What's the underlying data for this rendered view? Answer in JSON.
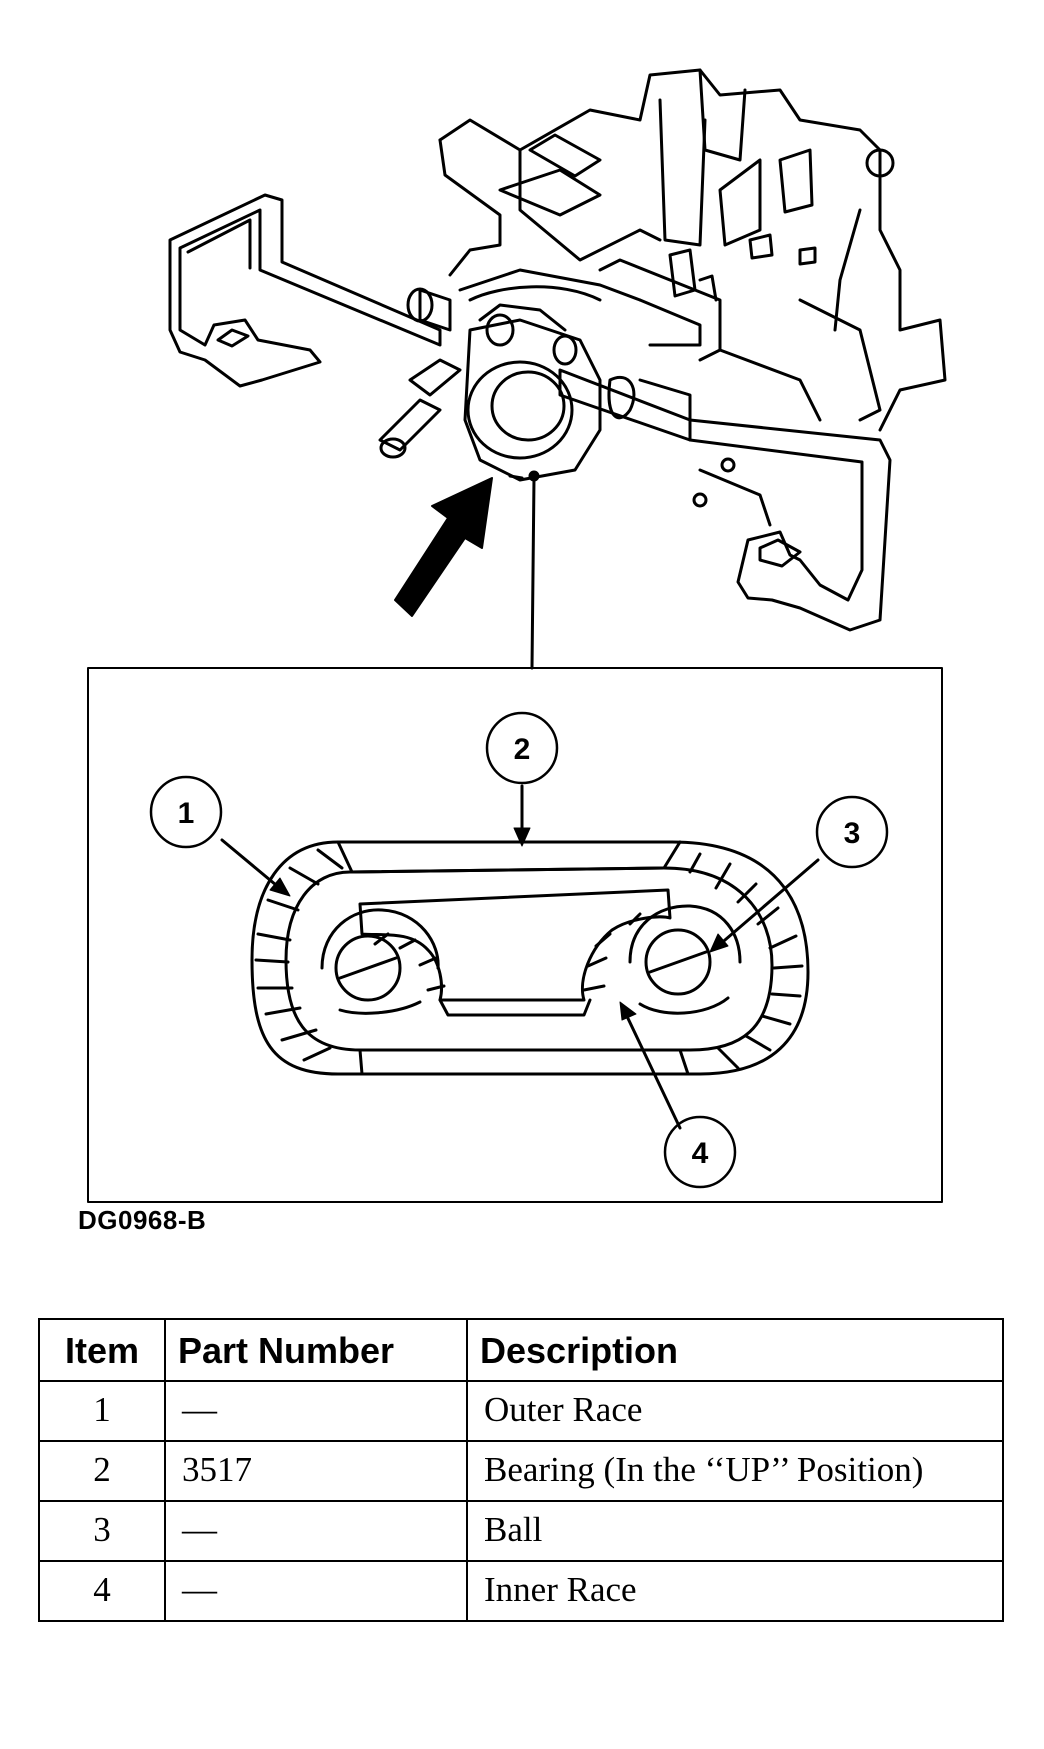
{
  "figure": {
    "code": "DG0968-B",
    "callouts": [
      "1",
      "2",
      "3",
      "4"
    ]
  },
  "table": {
    "headers": [
      "Item",
      "Part Number",
      "Description"
    ],
    "rows": [
      {
        "item": "1",
        "part_number": "—",
        "description": "Outer Race"
      },
      {
        "item": "2",
        "part_number": "3517",
        "description": "Bearing (In the ‘‘UP’’ Position)"
      },
      {
        "item": "3",
        "part_number": "—",
        "description": "Ball"
      },
      {
        "item": "4",
        "part_number": "—",
        "description": "Inner Race"
      }
    ]
  }
}
